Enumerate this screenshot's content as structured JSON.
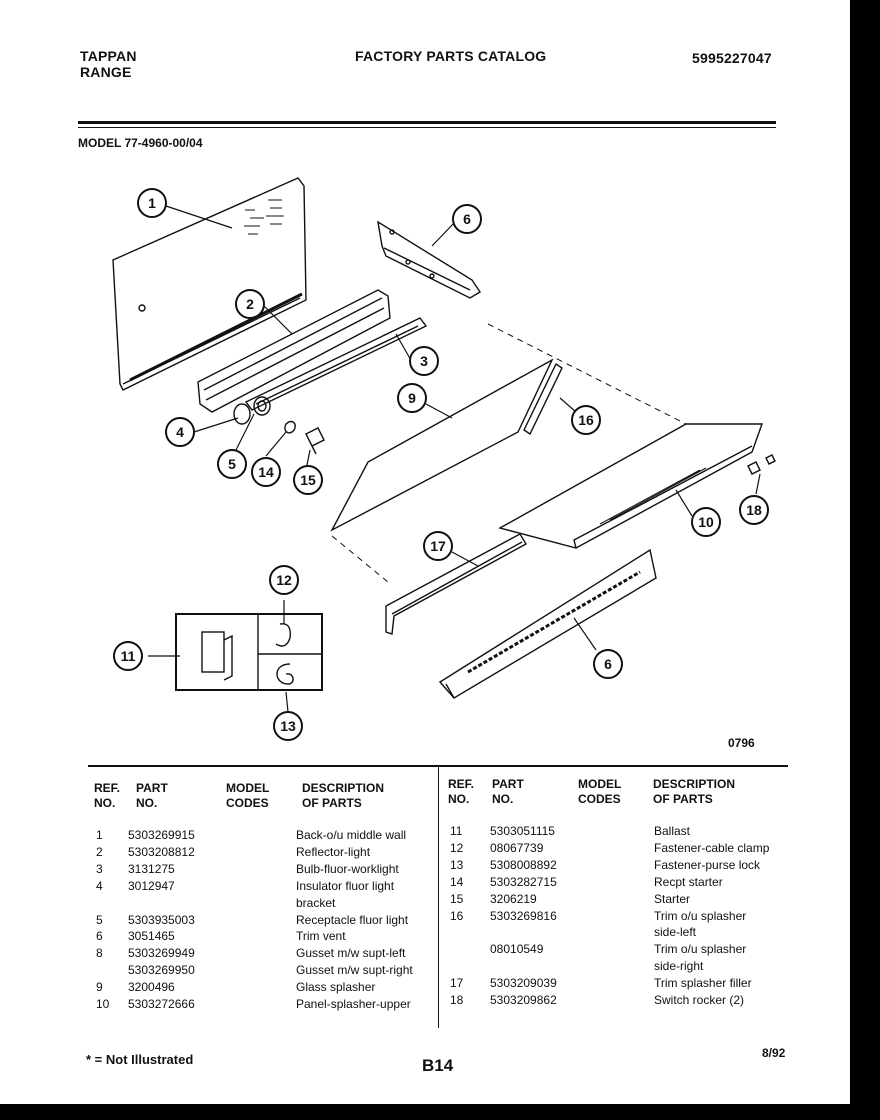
{
  "header": {
    "brand_line1": "TAPPAN",
    "brand_line2": "RANGE",
    "catalog_title": "FACTORY PARTS CATALOG",
    "catalog_number": "5995227047"
  },
  "model_label": "MODEL 77-4960-00/04",
  "diagram": {
    "callouts": [
      "1",
      "2",
      "3",
      "4",
      "5",
      "14",
      "15",
      "6",
      "9",
      "16",
      "10",
      "18",
      "17",
      "12",
      "11",
      "13",
      "6"
    ],
    "illustration_code": "0796"
  },
  "table": {
    "headers": {
      "ref_line1": "REF.",
      "ref_line2": "NO.",
      "part_line1": "PART",
      "part_line2": "NO.",
      "model_line1": "MODEL",
      "model_line2": "CODES",
      "desc_line1": "DESCRIPTION",
      "desc_line2": "OF PARTS"
    },
    "left_rows": [
      {
        "ref": "1",
        "part": "5303269915",
        "desc": "Back-o/u middle wall"
      },
      {
        "ref": "2",
        "part": "5303208812",
        "desc": "Reflector-light"
      },
      {
        "ref": "3",
        "part": "3131275",
        "desc": "Bulb-fluor-worklight"
      },
      {
        "ref": "4",
        "part": "3012947",
        "desc": "Insulator fluor light"
      },
      {
        "ref": "",
        "part": "",
        "desc": "bracket"
      },
      {
        "ref": "5",
        "part": "5303935003",
        "desc": "Receptacle fluor light"
      },
      {
        "ref": "6",
        "part": "3051465",
        "desc": "Trim vent"
      },
      {
        "ref": "8",
        "part": "5303269949",
        "desc": "Gusset m/w supt-left"
      },
      {
        "ref": "",
        "part": "5303269950",
        "desc": "Gusset m/w supt-right"
      },
      {
        "ref": "9",
        "part": "3200496",
        "desc": "Glass splasher"
      },
      {
        "ref": "10",
        "part": "5303272666",
        "desc": "Panel-splasher-upper"
      }
    ],
    "right_rows": [
      {
        "ref": "11",
        "part": "5303051115",
        "desc": "Ballast"
      },
      {
        "ref": "12",
        "part": "08067739",
        "desc": "Fastener-cable clamp"
      },
      {
        "ref": "13",
        "part": "5308008892",
        "desc": "Fastener-purse lock"
      },
      {
        "ref": "14",
        "part": "5303282715",
        "desc": "Recpt starter"
      },
      {
        "ref": "15",
        "part": "3206219",
        "desc": "Starter"
      },
      {
        "ref": "16",
        "part": "5303269816",
        "desc": "Trim o/u splasher"
      },
      {
        "ref": "",
        "part": "",
        "desc": "side-left"
      },
      {
        "ref": "",
        "part": "08010549",
        "desc": "Trim o/u splasher"
      },
      {
        "ref": "",
        "part": "",
        "desc": "side-right"
      },
      {
        "ref": "17",
        "part": "5303209039",
        "desc": "Trim splasher filler"
      },
      {
        "ref": "18",
        "part": "5303209862",
        "desc": "Switch rocker (2)"
      }
    ]
  },
  "footer": {
    "note": "* = Not Illustrated",
    "page_number": "B14",
    "date": "8/92"
  }
}
